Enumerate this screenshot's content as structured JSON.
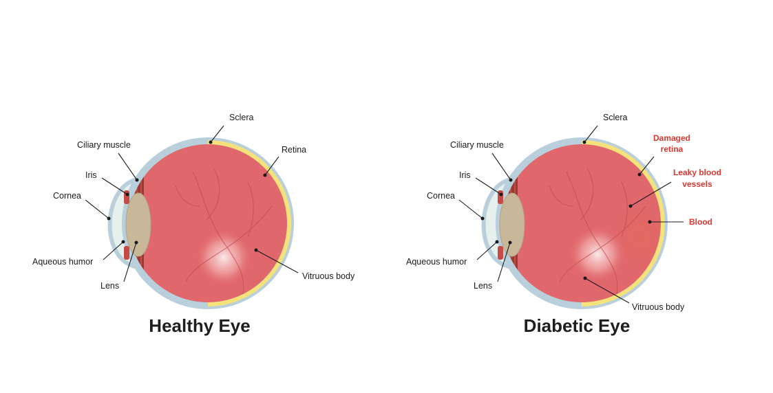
{
  "healthy": {
    "title": "Healthy Eye",
    "labels": {
      "sclera": "Sclera",
      "ciliary_muscle": "Ciliary muscle",
      "retina": "Retina",
      "iris": "Iris",
      "cornea": "Cornea",
      "aqueous_humor": "Aqueous humor",
      "lens": "Lens",
      "vitreous_body": "Vitruous body"
    }
  },
  "diabetic": {
    "title": "Diabetic Eye",
    "labels": {
      "sclera": "Sclera",
      "ciliary_muscle": "Ciliary muscle",
      "iris": "Iris",
      "cornea": "Cornea",
      "aqueous_humor": "Aqueous humor",
      "lens": "Lens",
      "vitreous_body": "Vitruous body",
      "damaged_retina_1": "Damaged",
      "damaged_retina_2": "retina",
      "leaky_vessels_1": "Leaky blood",
      "leaky_vessels_2": "vessels",
      "blood": "Blood"
    }
  },
  "colors": {
    "sclera": "#b9cfdc",
    "retina": "#f5e27a",
    "vitreous": "#e0676b",
    "ciliary": "#9c3a32",
    "lens": "#c9b79a",
    "cornea": "#e6f0ec",
    "highlight_label": "#d8372f"
  }
}
